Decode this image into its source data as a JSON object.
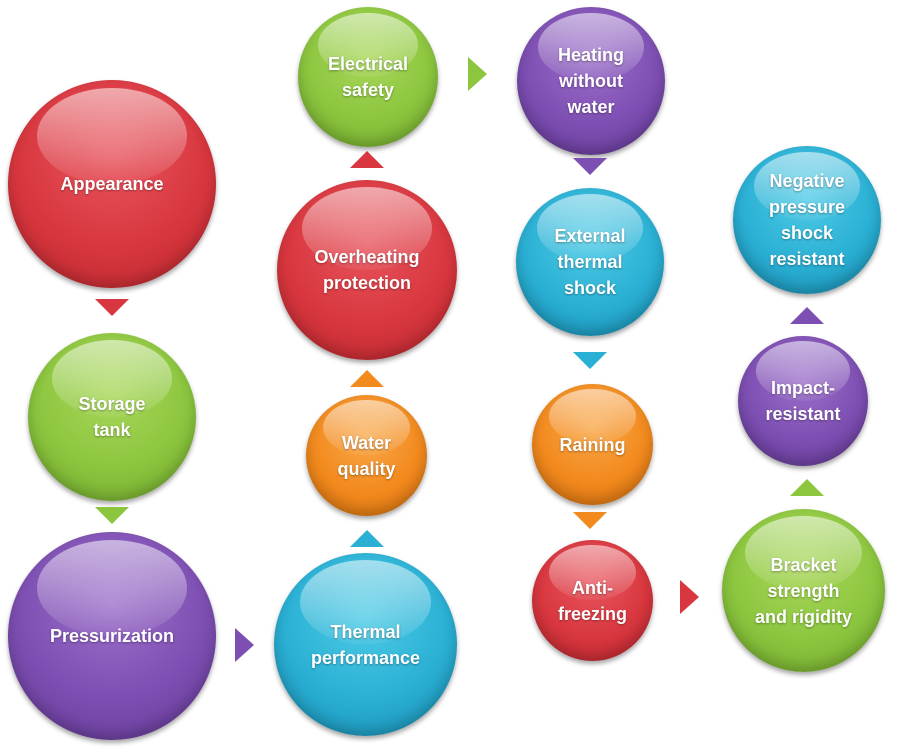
{
  "nodes": {
    "appearance": "Appearance",
    "storage_tank": "Storage\ntank",
    "pressurization": "Pressurization",
    "thermal_performance": "Thermal\nperformance",
    "water_quality": "Water\nquality",
    "overheating_protection": "Overheating\nprotection",
    "electrical_safety": "Electrical\nsafety",
    "heating_without_water": "Heating\nwithout\nwater",
    "external_thermal_shock": "External\nthermal\nshock",
    "raining": "Raining",
    "anti_freezing": "Anti-\nfreezing",
    "bracket_strength": "Bracket\nstrength\nand rigidity",
    "impact_resistant": "Impact-\nresistant",
    "negative_pressure": "Negative\npressure\nshock\nresistant"
  },
  "colors": {
    "red": "#d9373f",
    "green": "#8cc63f",
    "purple": "#7e4fb3",
    "blue": "#2ab0d4",
    "orange": "#f28a1e"
  }
}
